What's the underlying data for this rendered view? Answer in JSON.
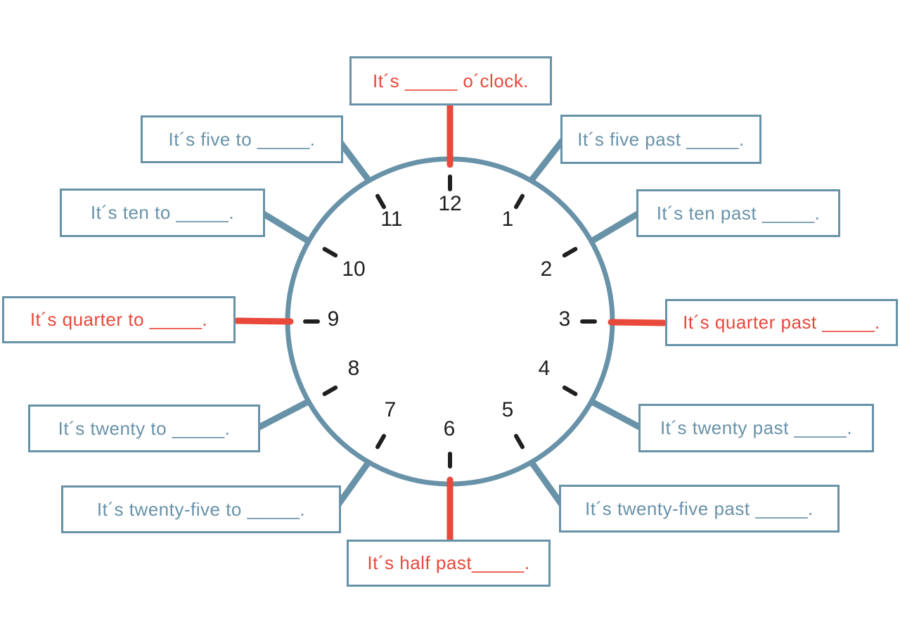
{
  "colors": {
    "red": "#e8493b",
    "blue": "#6892a8",
    "ink": "#1f1f1f",
    "background": "#ffffff"
  },
  "clock": {
    "numbers": [
      "12",
      "1",
      "2",
      "3",
      "4",
      "5",
      "6",
      "7",
      "8",
      "9",
      "10",
      "11"
    ]
  },
  "boxes": [
    {
      "id": "oclock",
      "text": "It´s _____ o´clock.",
      "color": "red"
    },
    {
      "id": "five-past",
      "text": "It´s five past _____.",
      "color": "blue"
    },
    {
      "id": "ten-past",
      "text": "It´s ten past _____.",
      "color": "blue"
    },
    {
      "id": "quarter-past",
      "text": "It´s quarter past _____.",
      "color": "red"
    },
    {
      "id": "twenty-past",
      "text": "It´s twenty past _____.",
      "color": "blue"
    },
    {
      "id": "twenty-five-past",
      "text": "It´s twenty-five past _____.",
      "color": "blue"
    },
    {
      "id": "half-past",
      "text": "It´s half past_____.",
      "color": "red"
    },
    {
      "id": "twenty-five-to",
      "text": "It´s twenty-five to _____.",
      "color": "blue"
    },
    {
      "id": "twenty-to",
      "text": "It´s twenty to _____.",
      "color": "blue"
    },
    {
      "id": "quarter-to",
      "text": "It´s quarter to _____.",
      "color": "red"
    },
    {
      "id": "ten-to",
      "text": "It´s ten to _____.",
      "color": "blue"
    },
    {
      "id": "five-to",
      "text": "It´s five to _____.",
      "color": "blue"
    }
  ]
}
